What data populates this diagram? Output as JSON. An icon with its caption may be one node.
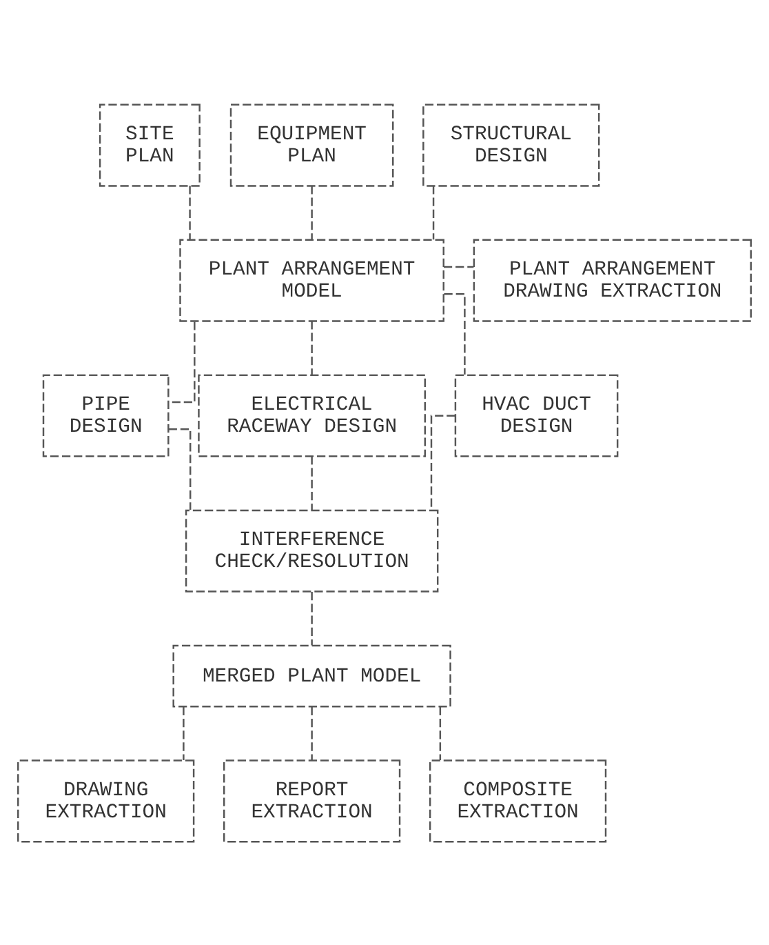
{
  "diagram": {
    "nodes": [
      {
        "text": [
          "SITE PLAN"
        ]
      },
      {
        "text": [
          "EQUIPMENT PLAN"
        ]
      },
      {
        "text": [
          "STRUCTURAL DESIGN"
        ]
      },
      {
        "text": [
          "PLANT ARRANGEMENT MODEL"
        ]
      },
      {
        "text": [
          "PLANT ARRANGEMENT DRAWING EXTRACTION"
        ]
      },
      {
        "text": [
          "PIPE DESIGN"
        ]
      },
      {
        "text": [
          "ELECTRICAL RACEWAY DESIGN"
        ]
      },
      {
        "text": [
          "HVAC DUCT DESIGN"
        ]
      },
      {
        "text": [
          "INTERFERENCE CHECK/RESOLUTION"
        ]
      },
      {
        "text": [
          "MERGED PLANT MODEL"
        ]
      },
      {
        "text": [
          "DRAWING EXTRACTION"
        ]
      },
      {
        "text": [
          "REPORT EXTRACTION"
        ]
      },
      {
        "text": [
          "COMPOSITE EXTRACTION"
        ]
      }
    ],
    "edges": [
      {
        "from": 0,
        "to": 3,
        "arrow": "none",
        "style": "dashed"
      },
      {
        "from": 1,
        "to": 3,
        "arrow": "none",
        "style": "dashed"
      },
      {
        "from": 2,
        "to": 3,
        "arrow": "none",
        "style": "dashed"
      },
      {
        "from": 3,
        "to": 4,
        "arrow": "none",
        "style": "dashed"
      },
      {
        "from": 3,
        "to": 5,
        "arrow": "none",
        "style": "dashed"
      },
      {
        "from": 3,
        "to": 6,
        "arrow": "none",
        "style": "dashed"
      },
      {
        "from": 3,
        "to": 7,
        "arrow": "none",
        "style": "dashed"
      },
      {
        "from": 5,
        "to": 8,
        "arrow": "none",
        "style": "dashed"
      },
      {
        "from": 6,
        "to": 8,
        "arrow": "none",
        "style": "dashed"
      },
      {
        "from": 7,
        "to": 8,
        "arrow": "none",
        "style": "dashed"
      },
      {
        "from": 8,
        "to": 9,
        "arrow": "none",
        "style": "dashed"
      },
      {
        "from": 9,
        "to": 10,
        "arrow": "none",
        "style": "dashed"
      },
      {
        "from": 9,
        "to": 11,
        "arrow": "none",
        "style": "dashed"
      },
      {
        "from": 9,
        "to": 12,
        "arrow": "none",
        "style": "dashed"
      }
    ]
  }
}
